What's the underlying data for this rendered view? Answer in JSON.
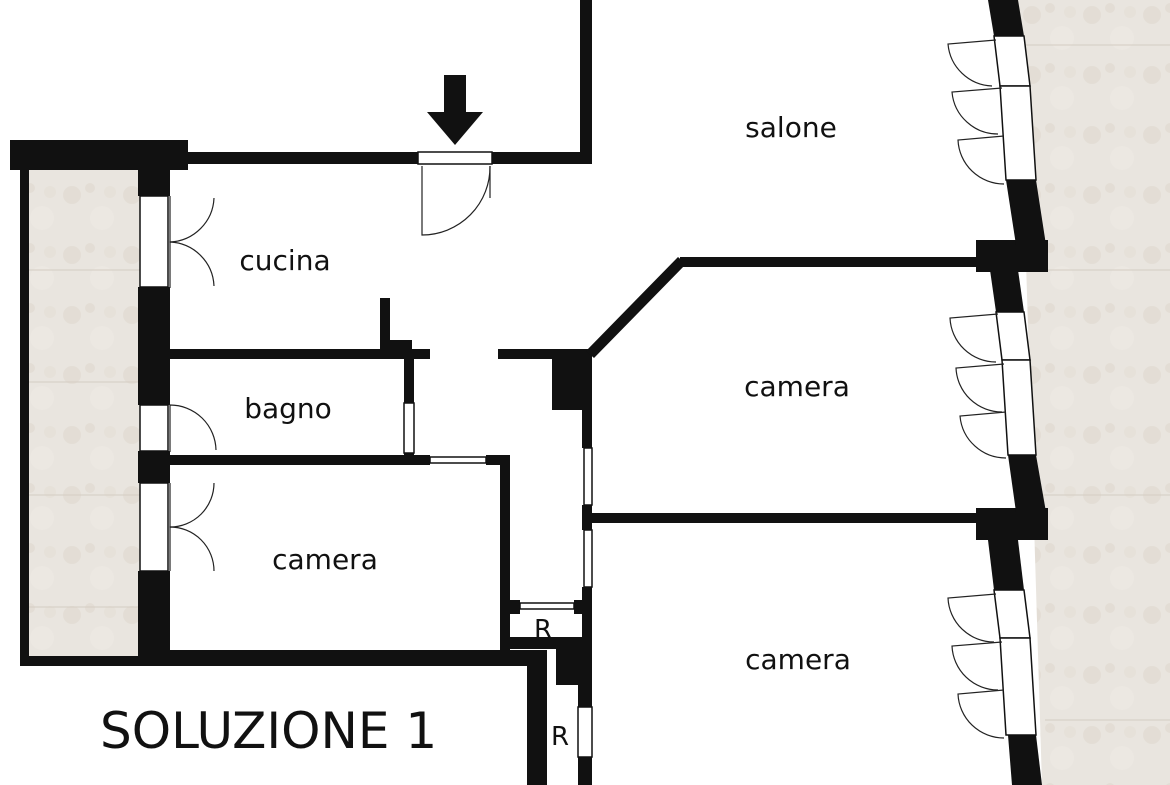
{
  "plan": {
    "title": "SOLUZIONE 1",
    "rooms": [
      {
        "id": "salone",
        "label": "salone"
      },
      {
        "id": "cucina",
        "label": "cucina"
      },
      {
        "id": "bagno",
        "label": "bagno"
      },
      {
        "id": "camera-left",
        "label": "camera"
      },
      {
        "id": "camera-right-upper",
        "label": "camera"
      },
      {
        "id": "camera-right-lower",
        "label": "camera"
      },
      {
        "id": "ripostiglio-upper",
        "label": "R"
      },
      {
        "id": "ripostiglio-lower",
        "label": "R"
      }
    ],
    "entrance_icon": "down-arrow-icon",
    "colors": {
      "wall": "#111111",
      "terrace": "#e6e0d8",
      "background": "#ffffff"
    }
  }
}
